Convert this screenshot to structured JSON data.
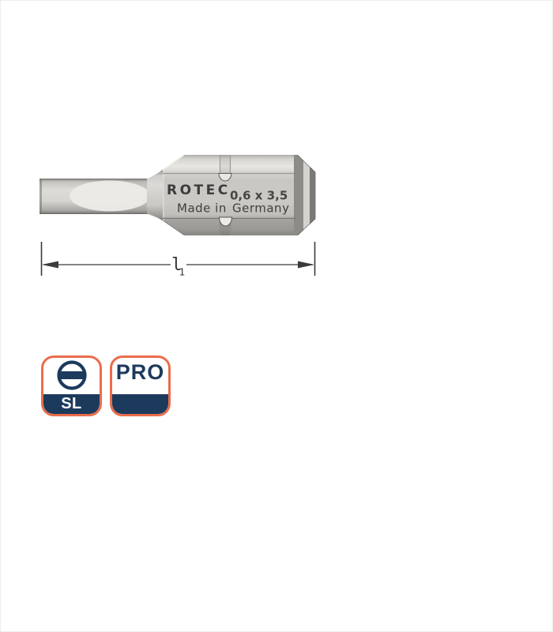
{
  "product_photo": {
    "bit": {
      "brand": "ROTEC",
      "size_marking": "0,6 x 3,5",
      "made_in": "Made in",
      "country": "Germany"
    },
    "dimension": {
      "label": "l",
      "subscript": "1"
    },
    "badges": {
      "drive_type": {
        "label": "SL",
        "icon": "slotted-drive-icon"
      },
      "series": {
        "label": "PRO"
      }
    },
    "colors": {
      "badge_border_orange": "#EA6D4C",
      "badge_navy": "#1C3A5C",
      "badge_label_white": "#FFFFFF",
      "marking_text": "#3E3C3A",
      "dimension_line": "#3B3B3B",
      "metal_light": "#E9E7E3",
      "metal_mid": "#C9C7C3",
      "metal_dark": "#8A8884"
    }
  }
}
